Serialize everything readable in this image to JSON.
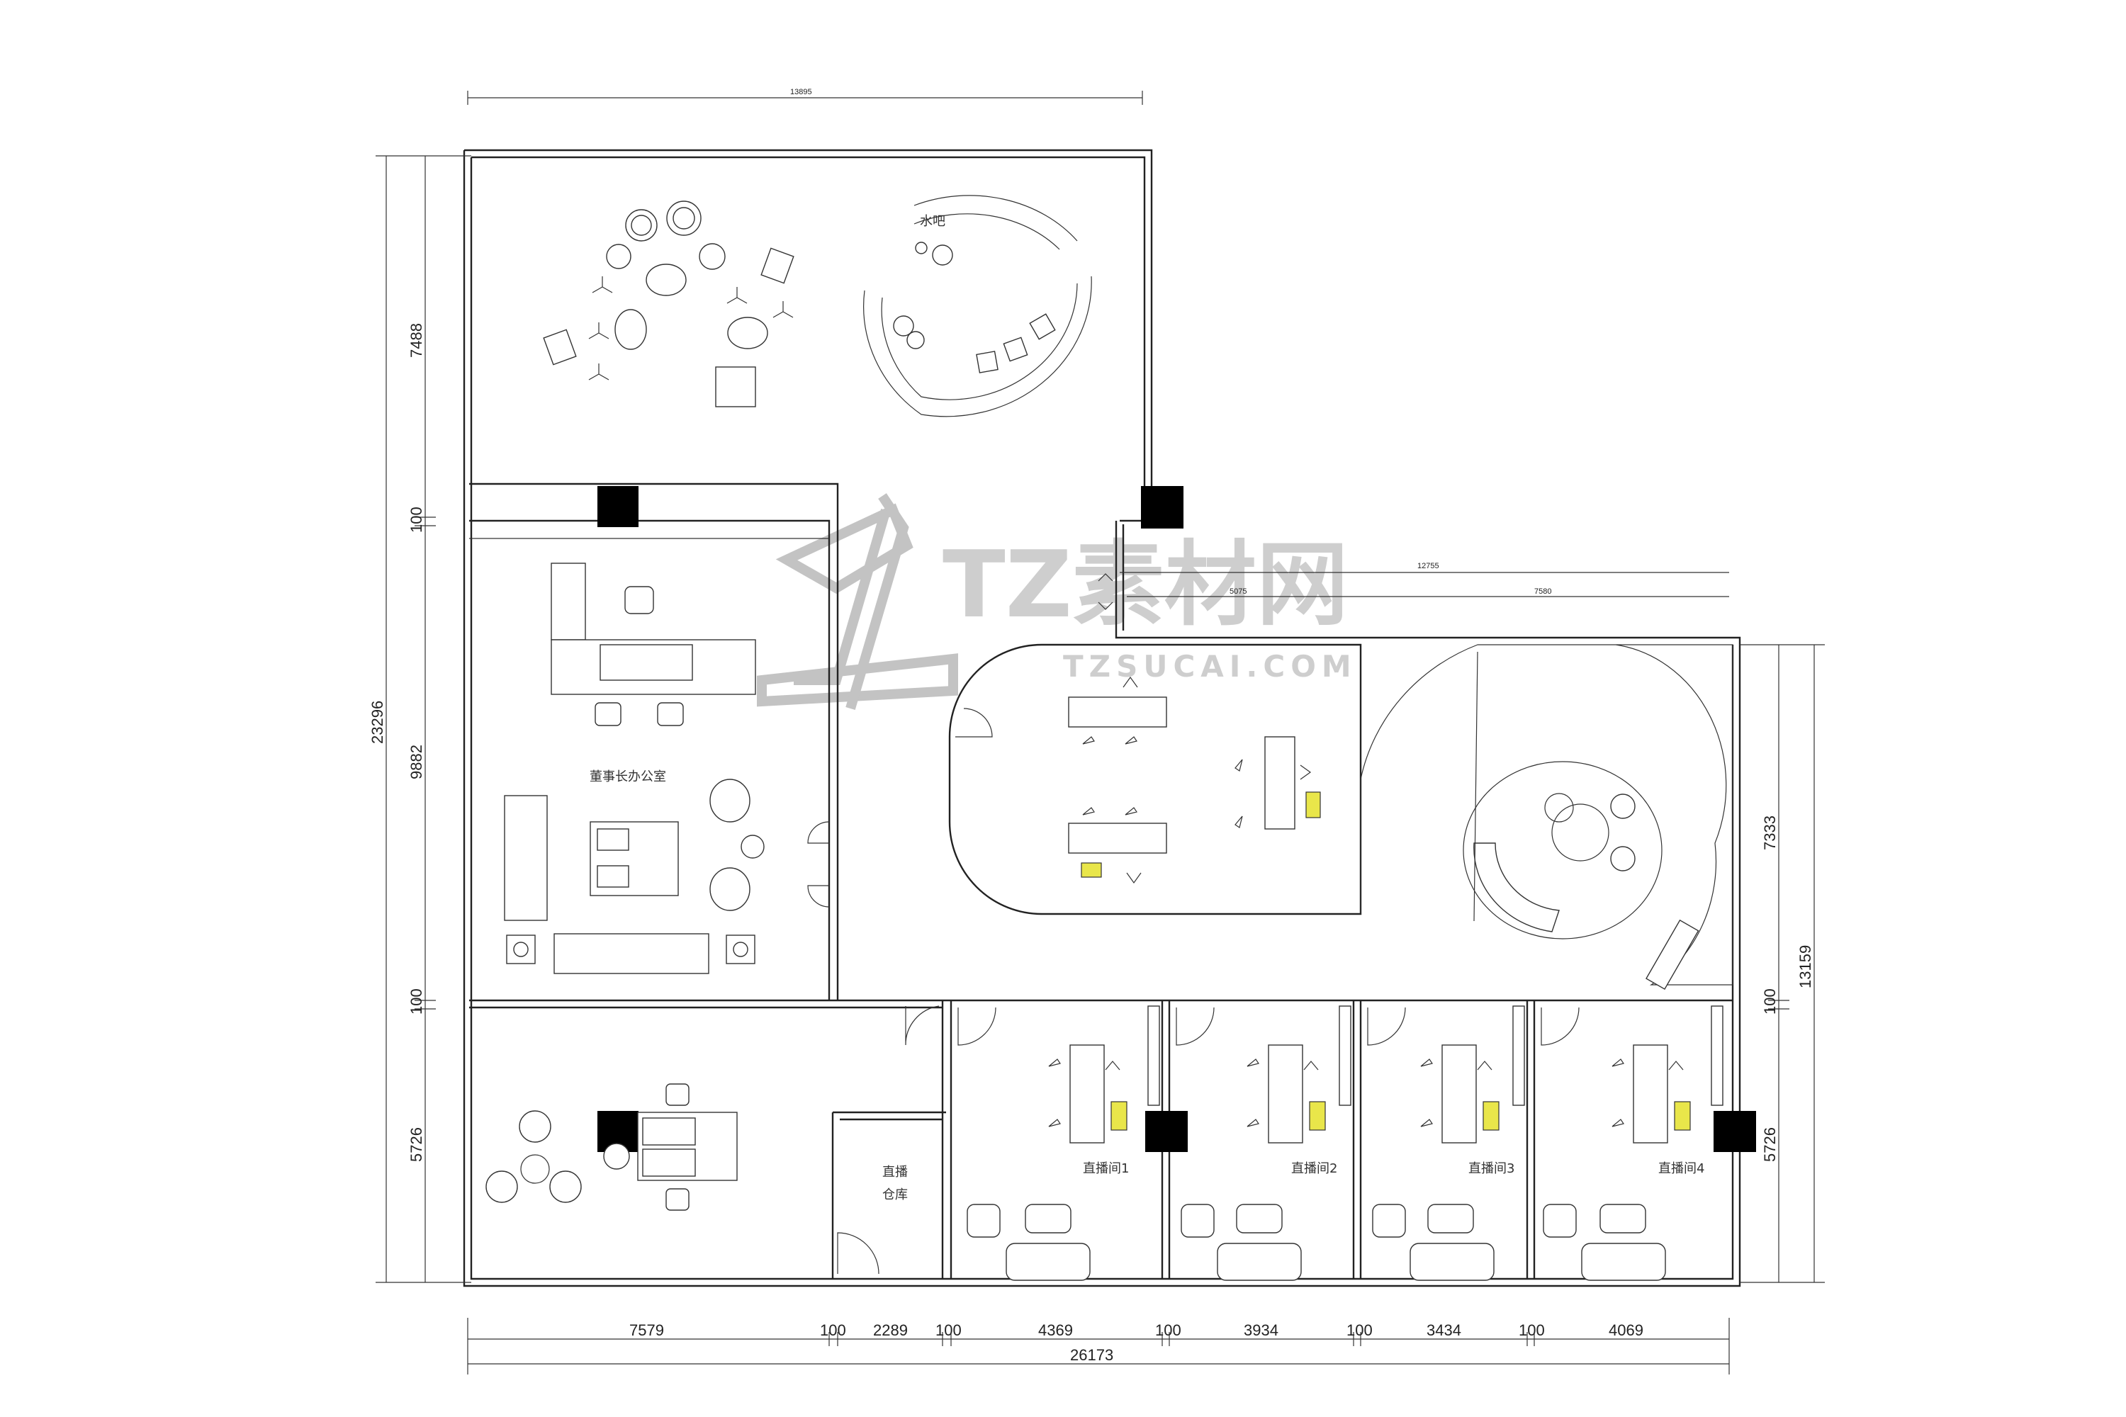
{
  "watermark": {
    "brand": "TZ素材网",
    "url": "TZSUCAI.COM"
  },
  "rooms": {
    "water_bar": "水吧",
    "chairman_office": "董事长办公室",
    "live_storage_line1": "直播",
    "live_storage_line2": "仓库",
    "live_room_1": "直播间1",
    "live_room_2": "直播间2",
    "live_room_3": "直播间3",
    "live_room_4": "直播间4"
  },
  "dimensions": {
    "top_width": "13895",
    "total_height_left": "23296",
    "left_upper": "7488",
    "left_wall_1": "100",
    "left_middle": "9882",
    "left_wall_2": "100",
    "left_lower": "5726",
    "right_total": "13159",
    "right_upper": "7333",
    "right_wall": "100",
    "right_lower": "5726",
    "corridor_a": "12755",
    "corridor_b": "5075",
    "corridor_c": "7580",
    "bottom_segments": [
      "7579",
      "100",
      "2289",
      "100",
      "4369",
      "100",
      "3934",
      "100",
      "3434",
      "100",
      "4069"
    ],
    "bottom_total": "26173"
  },
  "icons": {
    "columns": "structural-column-icon",
    "chairs": "chair-icon",
    "sofa": "sofa-icon",
    "desk": "desk-icon",
    "door": "door-swing-icon",
    "light": "ring-light-icon",
    "plant": "plant-icon"
  },
  "colors": {
    "wall": "#222222",
    "column": "#000000",
    "highlight": "#e9e64a",
    "watermark": "#c9c9c9"
  }
}
